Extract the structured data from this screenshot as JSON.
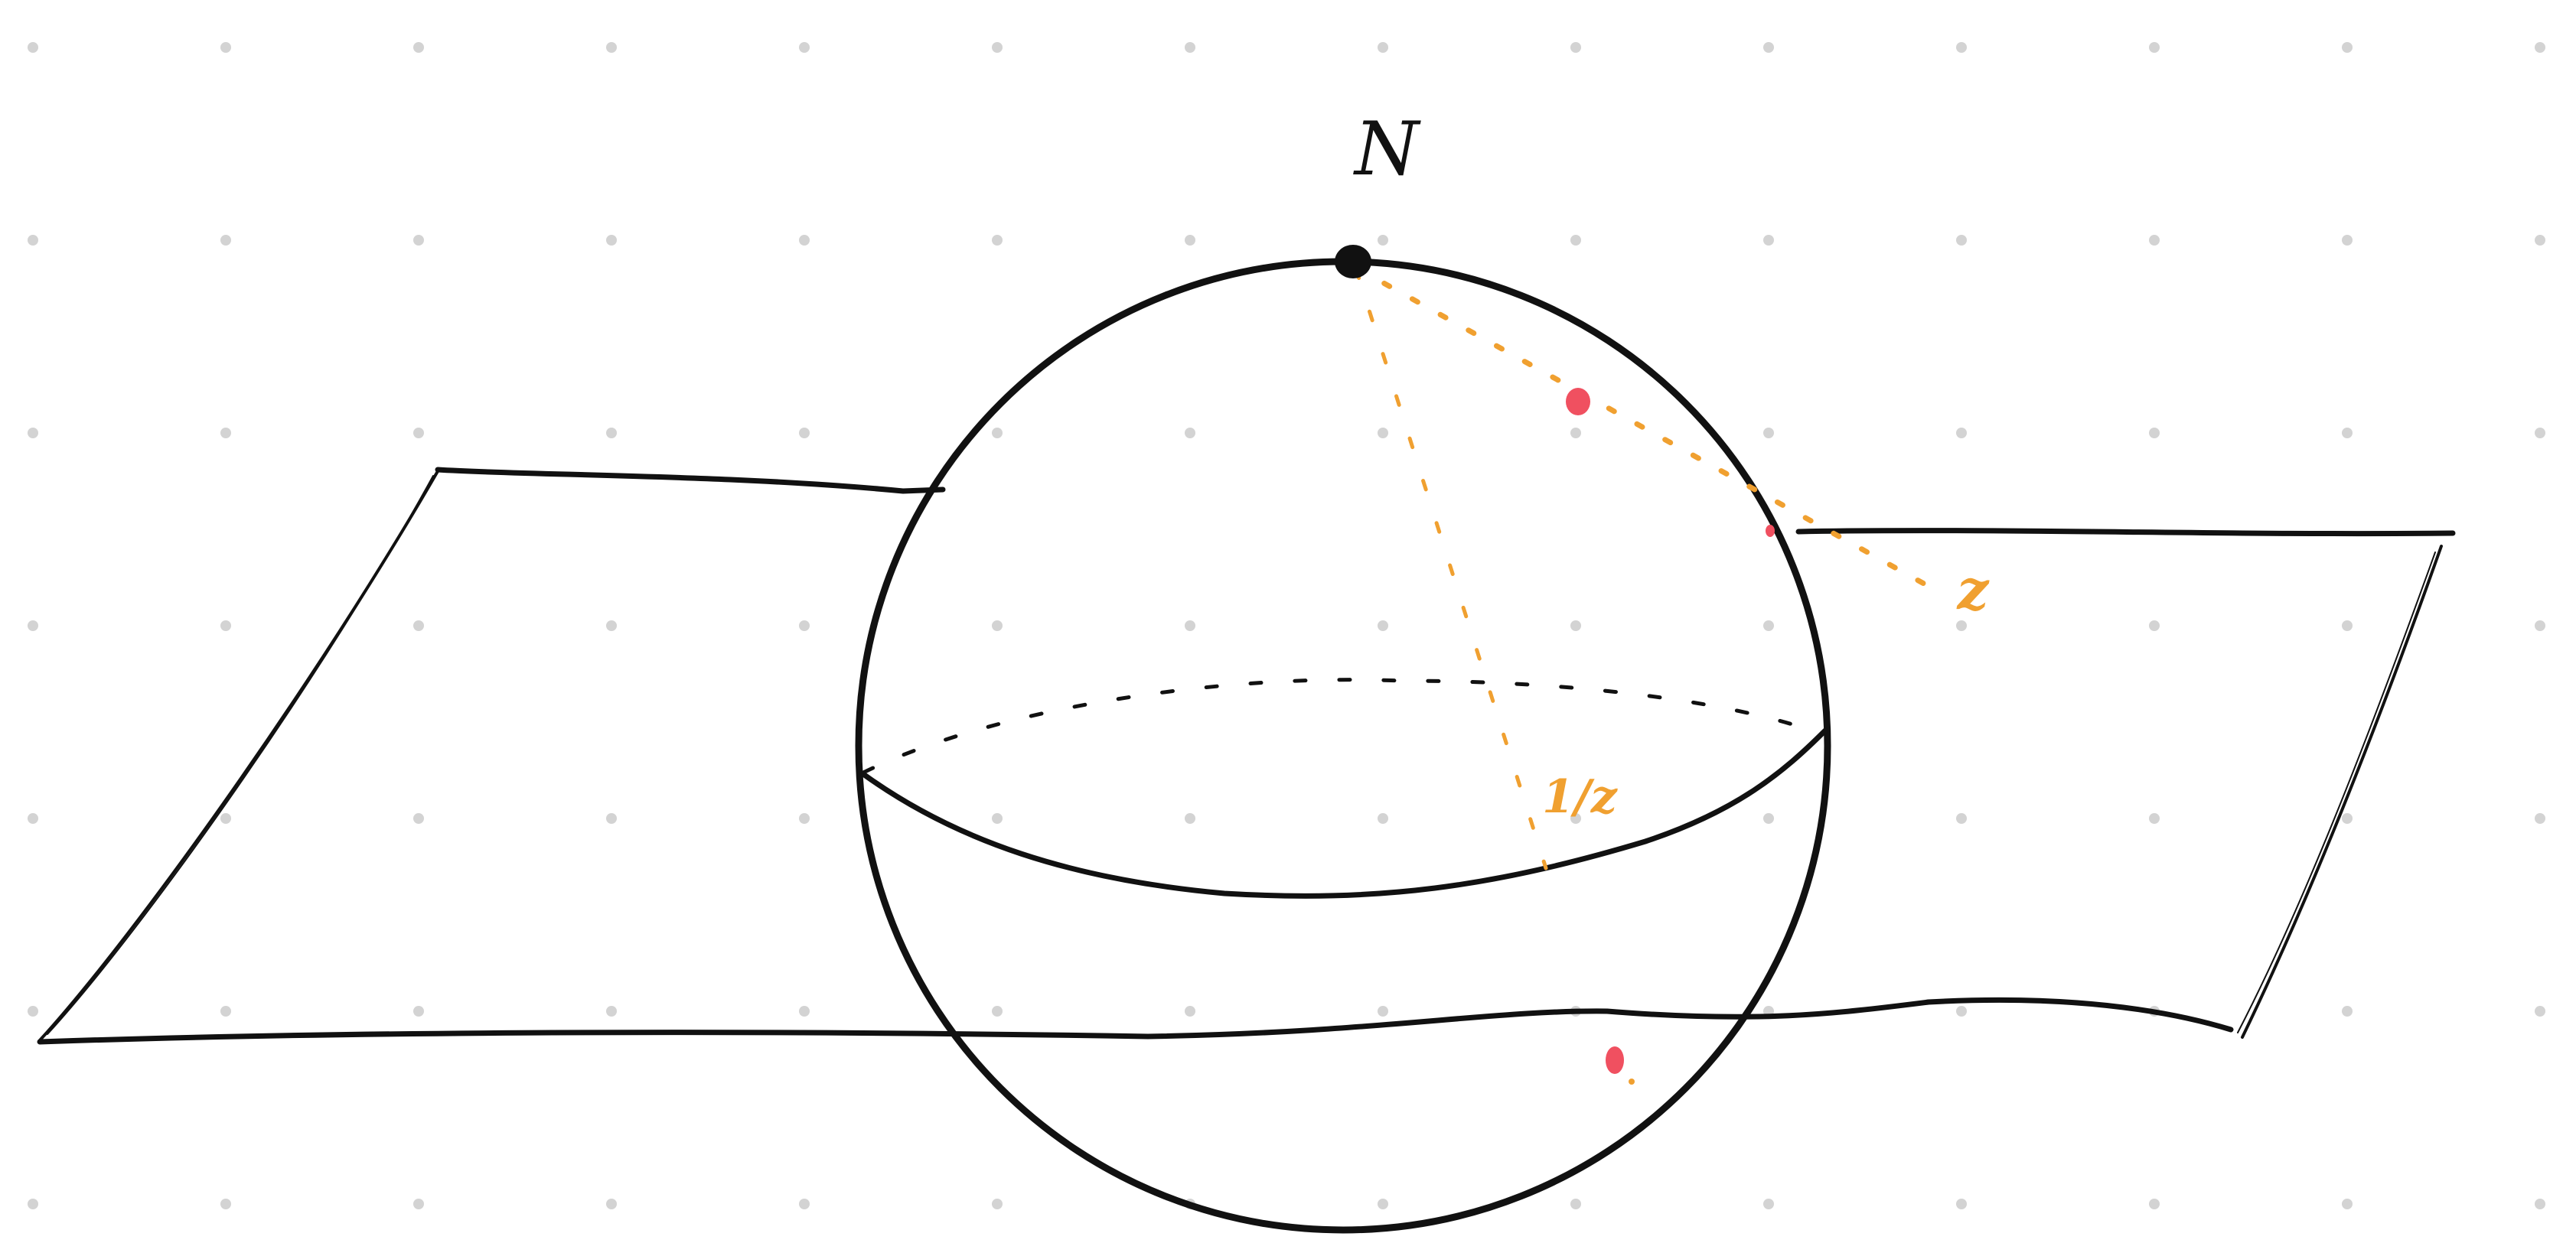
{
  "labels": {
    "north": "N",
    "z": "z",
    "z_inverse": "1/z"
  },
  "colors": {
    "background": "#ffffff",
    "grid_dot": "#d3d3d3",
    "ink": "#111111",
    "accent_orange": "#f0a030",
    "accent_red": "#f05060"
  }
}
